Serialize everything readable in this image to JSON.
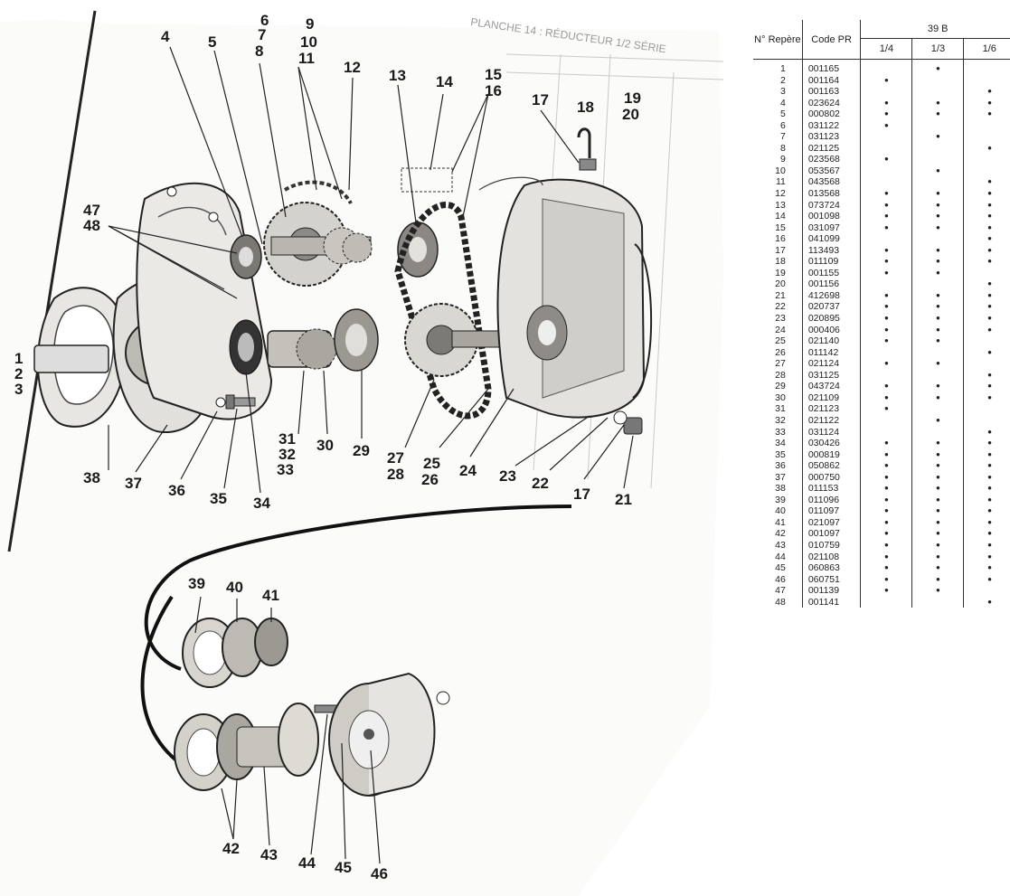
{
  "page": {
    "background_color": "#ffffff",
    "ink_color": "#1a1a1a",
    "faded_header_text": "PLANCHE 14 : RÉDUCTEUR 1/2 SÉRIE",
    "callout_numbers": [
      "1",
      "2",
      "3",
      "4",
      "5",
      "6",
      "7",
      "8",
      "9",
      "10",
      "11",
      "12",
      "13",
      "14",
      "15",
      "16",
      "17",
      "18",
      "19",
      "20",
      "21",
      "22",
      "23",
      "24",
      "25",
      "26",
      "27",
      "28",
      "29",
      "30",
      "31",
      "32",
      "33",
      "34",
      "35",
      "36",
      "37",
      "38",
      "39",
      "40",
      "41",
      "42",
      "43",
      "44",
      "45",
      "46",
      "47",
      "48"
    ]
  },
  "parts_table": {
    "header_repere": "N° Repère",
    "header_code": "Code PR",
    "header_group": "39 B",
    "ratio_headers": [
      "1/4",
      "1/3",
      "1/6"
    ],
    "bullet_glyph": "•",
    "rows": [
      {
        "n": "1",
        "code": "001165",
        "marks": [
          false,
          true,
          false
        ]
      },
      {
        "n": "2",
        "code": "001164",
        "marks": [
          true,
          false,
          false
        ]
      },
      {
        "n": "3",
        "code": "001163",
        "marks": [
          false,
          false,
          true
        ]
      },
      {
        "n": "4",
        "code": "023624",
        "marks": [
          true,
          true,
          true
        ]
      },
      {
        "n": "5",
        "code": "000802",
        "marks": [
          true,
          true,
          true
        ]
      },
      {
        "n": "6",
        "code": "031122",
        "marks": [
          true,
          false,
          false
        ]
      },
      {
        "n": "7",
        "code": "031123",
        "marks": [
          false,
          true,
          false
        ]
      },
      {
        "n": "8",
        "code": "021125",
        "marks": [
          false,
          false,
          true
        ]
      },
      {
        "n": "9",
        "code": "023568",
        "marks": [
          true,
          false,
          false
        ]
      },
      {
        "n": "10",
        "code": "053567",
        "marks": [
          false,
          true,
          false
        ]
      },
      {
        "n": "11",
        "code": "043568",
        "marks": [
          false,
          false,
          true
        ]
      },
      {
        "n": "12",
        "code": "013568",
        "marks": [
          true,
          true,
          true
        ]
      },
      {
        "n": "13",
        "code": "073724",
        "marks": [
          true,
          true,
          true
        ]
      },
      {
        "n": "14",
        "code": "001098",
        "marks": [
          true,
          true,
          true
        ]
      },
      {
        "n": "15",
        "code": "031097",
        "marks": [
          true,
          true,
          true
        ]
      },
      {
        "n": "16",
        "code": "041099",
        "marks": [
          false,
          false,
          true
        ]
      },
      {
        "n": "17",
        "code": "113493",
        "marks": [
          true,
          true,
          true
        ]
      },
      {
        "n": "18",
        "code": "011109",
        "marks": [
          true,
          true,
          true
        ]
      },
      {
        "n": "19",
        "code": "001155",
        "marks": [
          true,
          true,
          false
        ]
      },
      {
        "n": "20",
        "code": "001156",
        "marks": [
          false,
          false,
          true
        ]
      },
      {
        "n": "21",
        "code": "412698",
        "marks": [
          true,
          true,
          true
        ]
      },
      {
        "n": "22",
        "code": "020737",
        "marks": [
          true,
          true,
          true
        ]
      },
      {
        "n": "23",
        "code": "020895",
        "marks": [
          true,
          true,
          true
        ]
      },
      {
        "n": "24",
        "code": "000406",
        "marks": [
          true,
          true,
          true
        ]
      },
      {
        "n": "25",
        "code": "021140",
        "marks": [
          true,
          true,
          false
        ]
      },
      {
        "n": "26",
        "code": "011142",
        "marks": [
          false,
          false,
          true
        ]
      },
      {
        "n": "27",
        "code": "021124",
        "marks": [
          true,
          true,
          false
        ]
      },
      {
        "n": "28",
        "code": "031125",
        "marks": [
          false,
          false,
          true
        ]
      },
      {
        "n": "29",
        "code": "043724",
        "marks": [
          true,
          true,
          true
        ]
      },
      {
        "n": "30",
        "code": "021109",
        "marks": [
          true,
          true,
          true
        ]
      },
      {
        "n": "31",
        "code": "021123",
        "marks": [
          true,
          false,
          false
        ]
      },
      {
        "n": "32",
        "code": "021122",
        "marks": [
          false,
          true,
          false
        ]
      },
      {
        "n": "33",
        "code": "031124",
        "marks": [
          false,
          false,
          true
        ]
      },
      {
        "n": "34",
        "code": "030426",
        "marks": [
          true,
          true,
          true
        ]
      },
      {
        "n": "35",
        "code": "000819",
        "marks": [
          true,
          true,
          true
        ]
      },
      {
        "n": "36",
        "code": "050862",
        "marks": [
          true,
          true,
          true
        ]
      },
      {
        "n": "37",
        "code": "000750",
        "marks": [
          true,
          true,
          true
        ]
      },
      {
        "n": "38",
        "code": "011153",
        "marks": [
          true,
          true,
          true
        ]
      },
      {
        "n": "39",
        "code": "011096",
        "marks": [
          true,
          true,
          true
        ]
      },
      {
        "n": "40",
        "code": "011097",
        "marks": [
          true,
          true,
          true
        ]
      },
      {
        "n": "41",
        "code": "021097",
        "marks": [
          true,
          true,
          true
        ]
      },
      {
        "n": "42",
        "code": "001097",
        "marks": [
          true,
          true,
          true
        ]
      },
      {
        "n": "43",
        "code": "010759",
        "marks": [
          true,
          true,
          true
        ]
      },
      {
        "n": "44",
        "code": "021108",
        "marks": [
          true,
          true,
          true
        ]
      },
      {
        "n": "45",
        "code": "060863",
        "marks": [
          true,
          true,
          true
        ]
      },
      {
        "n": "46",
        "code": "060751",
        "marks": [
          true,
          true,
          true
        ]
      },
      {
        "n": "47",
        "code": "001139",
        "marks": [
          true,
          true,
          false
        ]
      },
      {
        "n": "48",
        "code": "001141",
        "marks": [
          false,
          false,
          true
        ]
      }
    ]
  }
}
